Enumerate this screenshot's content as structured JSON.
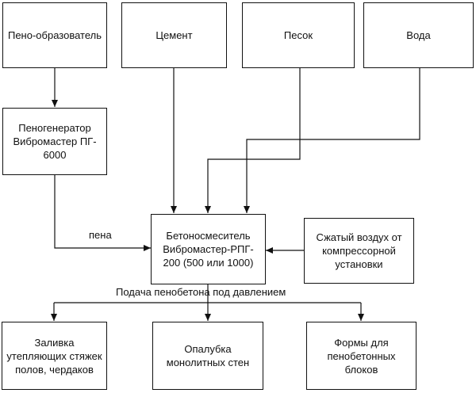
{
  "nodes": {
    "foaming_agent": "Пено-образователь",
    "cement": "Цемент",
    "sand": "Песок",
    "water": "Вода",
    "foam_generator": "Пеногенератор\nВибромастер ПГ-\n6000",
    "mixer": "Бетоносмеситель\nВибромастер-РПГ-\n200 (500 или 1000)",
    "compressed_air": "Сжатый воздух от\nкомпрессорной\nустановки",
    "pour_screeds": "Заливка\nутепляющих стяжек\nполов, чердаков",
    "monolithic_formwork": "Опалубка\nмонолитных стен",
    "block_molds": "Формы для\nпенобетонных\nблоков"
  },
  "edge_labels": {
    "foam": "пена",
    "supply": "Подача пенобетона  под давлением"
  }
}
